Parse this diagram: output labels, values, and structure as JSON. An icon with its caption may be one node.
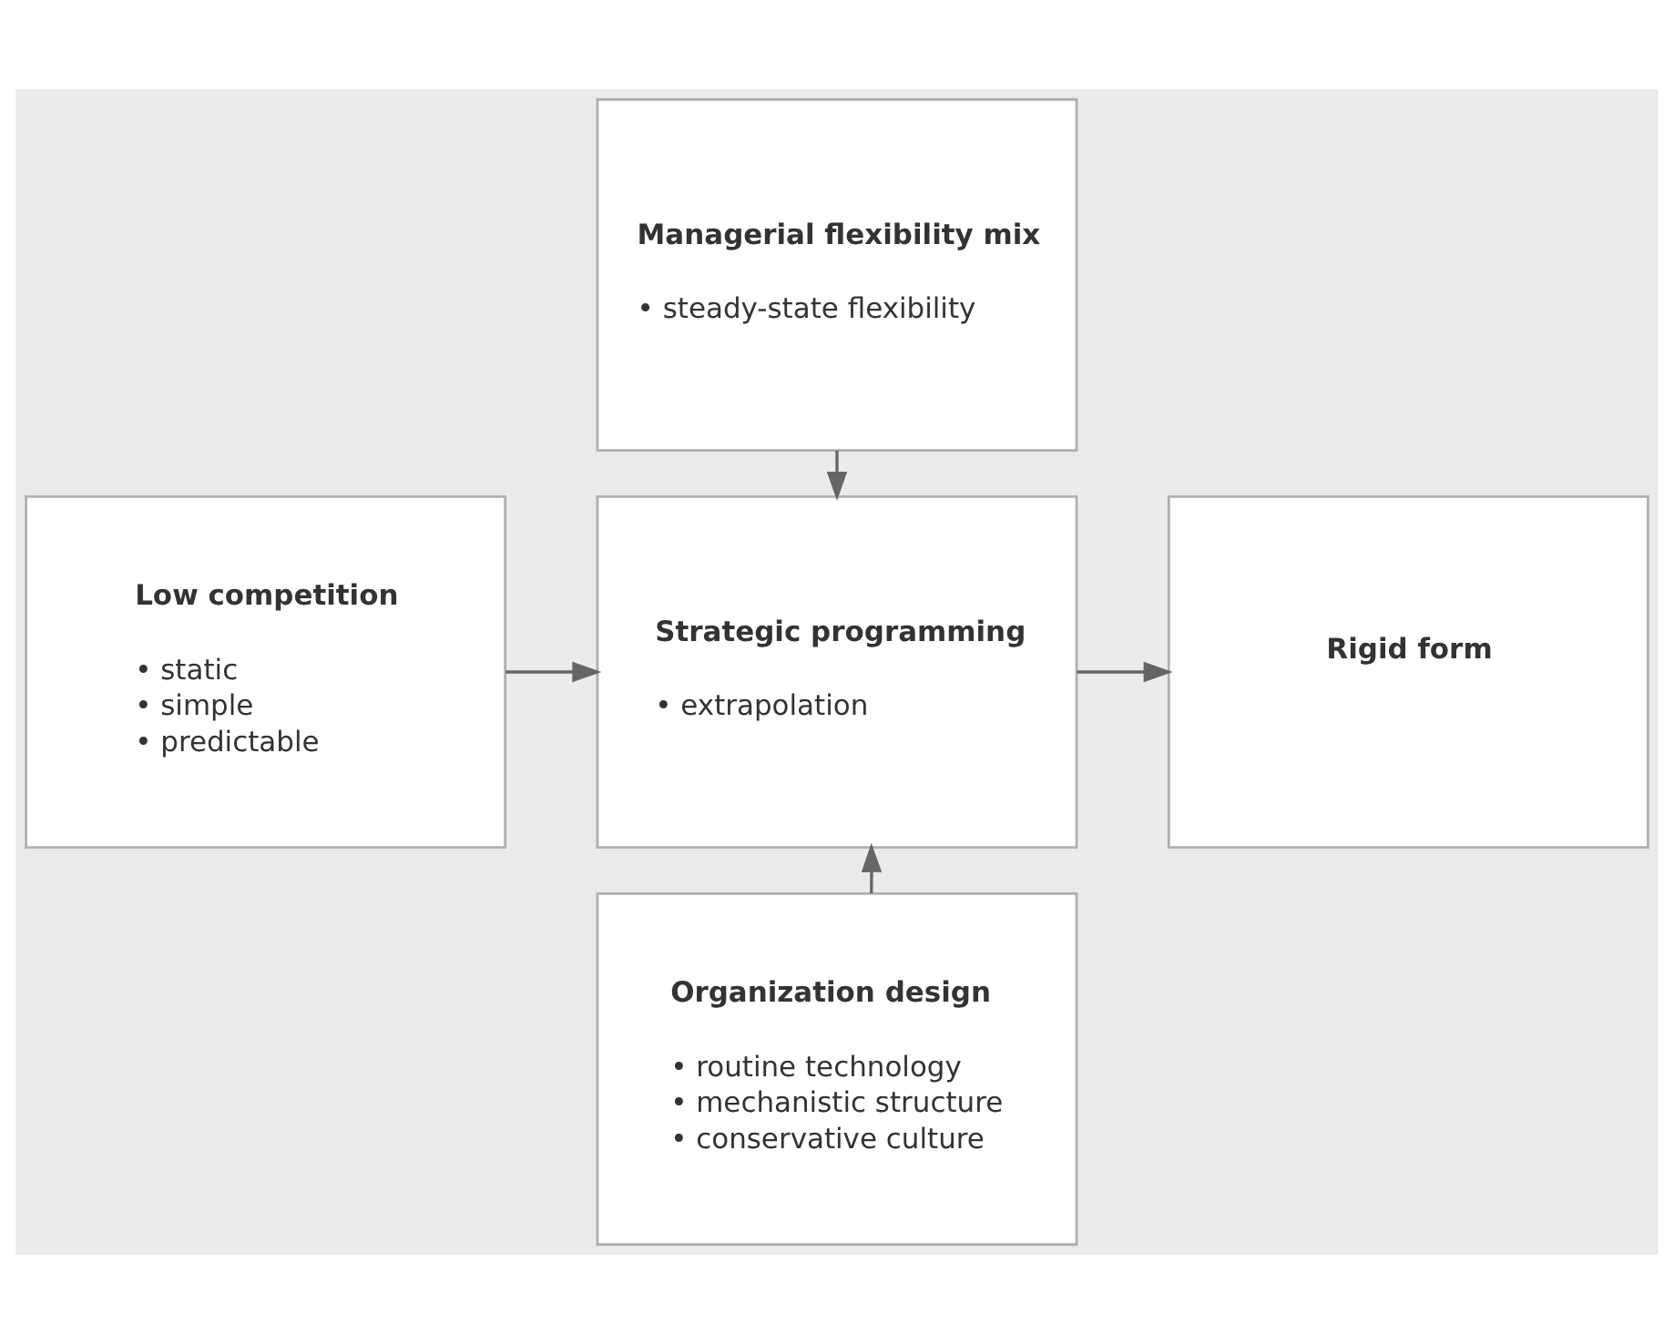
{
  "diagram": {
    "nodes": [
      {
        "text": [
          "Managerial flexibility mix",
          "• steady-state flexibility"
        ]
      },
      {
        "text": [
          "Low competition",
          "• static",
          "• simple",
          "• predictable"
        ]
      },
      {
        "text": [
          "Strategic programming",
          "• extrapolation"
        ]
      },
      {
        "text": [
          "Rigid form"
        ]
      },
      {
        "text": [
          "Organization design",
          "• routine technology",
          "• mechanistic structure",
          "• conservative culture"
        ]
      }
    ],
    "edges": [
      {
        "from": 0,
        "to": 2,
        "arrow": "to"
      },
      {
        "from": 1,
        "to": 2,
        "arrow": "to"
      },
      {
        "from": 2,
        "to": 3,
        "arrow": "to"
      },
      {
        "from": 4,
        "to": 2,
        "arrow": "to"
      }
    ]
  }
}
